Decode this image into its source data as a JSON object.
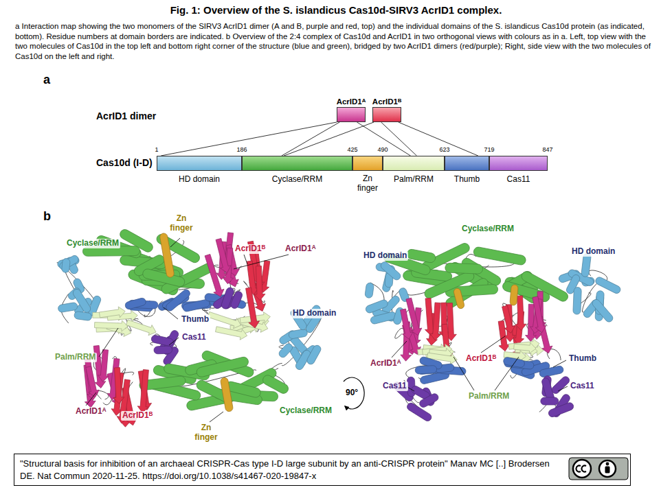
{
  "diagram": {
    "title": "Fig. 1: Overview of the S. islandicus Cas10d-SIRV3 AcrID1 complex.",
    "caption": "a Interaction map showing the two monomers of the SIRV3 AcrID1 dimer (A and B, purple and red, top) and the individual domains of the S. islandicus Cas10d protein (as indicated, bottom). Residue numbers at domain borders are indicated. b Overview of the 2:4 complex of Cas10d and AcrID1 in two orthogonal views with colours as in a. Left, top view with the two molecules of Cas10d in the top left and bottom right corner of the structure (blue and green), bridged by two AcrID1 dimers (red/purple); Right, side view with the two molecules of Cas10d on the left and right.",
    "nodes": [
      {
        "text": [
          "AcrID1ᴬ"
        ]
      },
      {
        "text": [
          "AcrID1ᴮ"
        ]
      },
      {
        "text": [
          "HD domain"
        ]
      },
      {
        "text": [
          "Cyclase/RRM"
        ]
      },
      {
        "text": [
          "Zn finger"
        ]
      },
      {
        "text": [
          "Palm/RRM"
        ]
      },
      {
        "text": [
          "Thumb"
        ]
      },
      {
        "text": [
          "Cas11"
        ]
      },
      {
        "text": [
          "\"Structural basis for inhibition of an archaeal CRISPR-Cas type I-D large subunit by an anti-CRISPR protein\" Manav MC [..] Brodersen DE. Nat Commun 2020-11-25. https://doi.org/10.1038/s41467-020-19847-x"
        ]
      }
    ],
    "edges": [
      {
        "from": 0,
        "to": 2,
        "arrow": "none"
      },
      {
        "from": 0,
        "to": 3,
        "arrow": "none"
      },
      {
        "from": 1,
        "to": 3,
        "arrow": "none"
      },
      {
        "from": 0,
        "to": 5,
        "arrow": "none"
      },
      {
        "from": 1,
        "to": 5,
        "arrow": "none"
      },
      {
        "from": 1,
        "to": 6,
        "arrow": "none"
      }
    ],
    "labels": [
      "a",
      "AcrID1 dimer",
      "Cas10d (I-D)",
      "1",
      "186",
      "425",
      "490",
      "623",
      "719",
      "847",
      "b",
      "Zn finger",
      "Cyclase/RRM",
      "AcrID1ᴮ",
      "AcrID1ᴬ",
      "Thumb",
      "HD domain",
      "Cas11",
      "Palm/RRM",
      "AcrID1ᴬ",
      "AcrID1ᴮ",
      "Cyclase/RRM",
      "Zn finger",
      "90°",
      "Cyclase/RRM",
      "HD domain",
      "HD domain",
      "AcrID1ᴬ",
      "AcrID1ᴮ",
      "Thumb",
      "Palm/RRM",
      "Cas11",
      "Cas11"
    ]
  }
}
